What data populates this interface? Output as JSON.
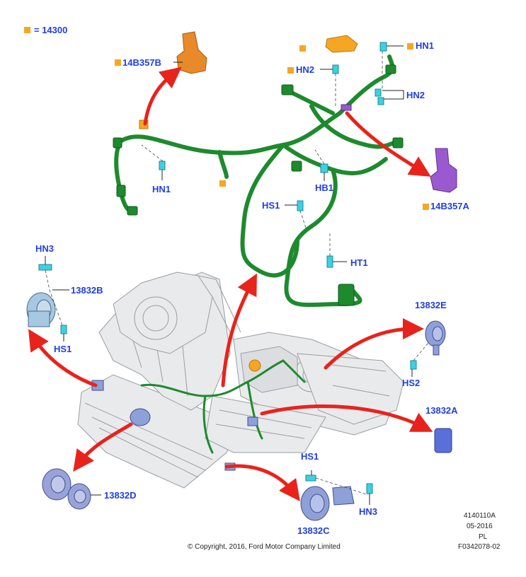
{
  "legend": {
    "text": "= 14300",
    "color": "#f5a623"
  },
  "labels": {
    "p14B357B": "14B357B",
    "p14B357A": "14B357A",
    "hn1_top": "HN1",
    "hn2_top": "HN2",
    "hn2_right": "HN2",
    "hn1_left": "HN1",
    "hb1": "HB1",
    "hs1_mid": "HS1",
    "ht1": "HT1",
    "hn3_left": "HN3",
    "p13832B": "13832B",
    "hs1_left": "HS1",
    "p13832E": "13832E",
    "hs2": "HS2",
    "p13832A": "13832A",
    "p13832D": "13832D",
    "hs1_bottom": "HS1",
    "hn3_bottom": "HN3",
    "p13832C": "13832C"
  },
  "footer": {
    "copyright": "© Copyright, 2016, Ford Motor Company Limited",
    "ref1": "4140110A",
    "ref2": "05-2016",
    "ref3": "PL",
    "ref4": "F0342078-02"
  },
  "colors": {
    "harness": "#1e8a2e",
    "arrow": "#e8231c",
    "label": "#1f3fe0",
    "bracket": "#e8892a",
    "bracket_a": "#9b59d0",
    "horn": "#8fa0d8",
    "fastener": "#3fd0e0"
  }
}
